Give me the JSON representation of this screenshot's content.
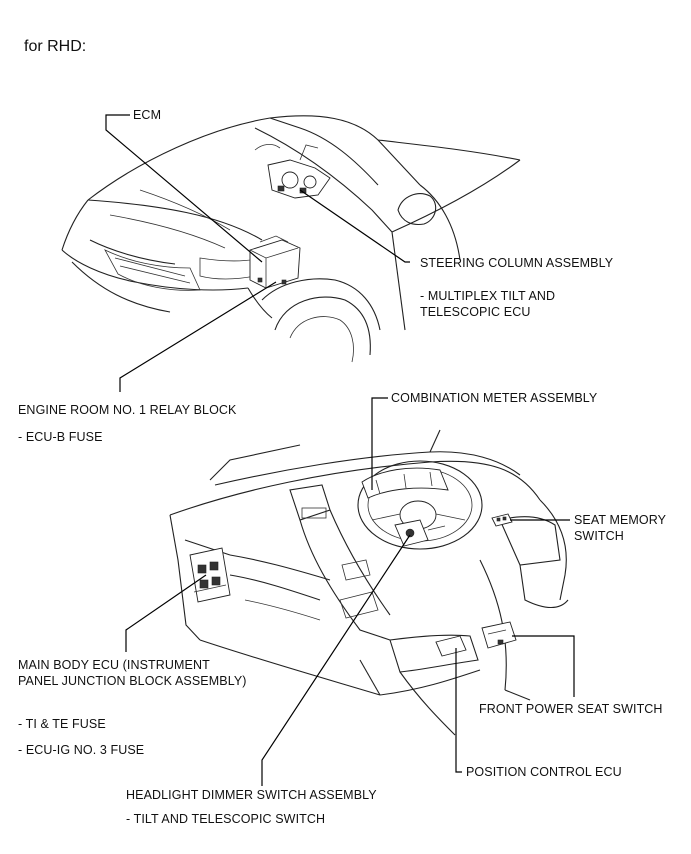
{
  "heading": "for RHD:",
  "labels": {
    "ecm": "ECM",
    "steering_column": "STEERING COLUMN ASSEMBLY",
    "steering_sub1": "- MULTIPLEX TILT AND",
    "steering_sub2": "TELESCOPIC ECU",
    "relay_block": "ENGINE ROOM NO. 1 RELAY BLOCK",
    "relay_sub": "- ECU-B FUSE",
    "combination_meter": "COMBINATION METER ASSEMBLY",
    "seat_memory1": "SEAT MEMORY",
    "seat_memory2": "SWITCH",
    "main_body1": "MAIN BODY ECU (INSTRUMENT",
    "main_body2": "PANEL JUNCTION BLOCK ASSEMBLY)",
    "main_body_sub1": "- TI & TE FUSE",
    "main_body_sub2": "- ECU-IG NO. 3 FUSE",
    "front_power_seat": "FRONT POWER SEAT SWITCH",
    "position_control": "POSITION CONTROL ECU",
    "headlight": "HEADLIGHT DIMMER SWITCH ASSEMBLY",
    "headlight_sub": "- TILT AND TELESCOPIC SWITCH"
  }
}
